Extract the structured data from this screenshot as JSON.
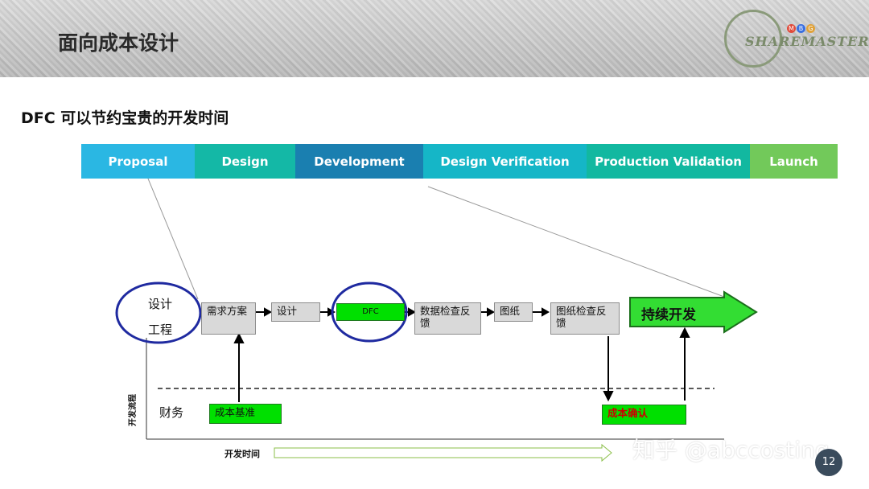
{
  "header": {
    "title": "面向成本设计",
    "logo": {
      "brand": "SHAREMASTER",
      "chips": [
        "M",
        "B",
        "G"
      ],
      "suffix": "·"
    }
  },
  "subtitle": "DFC 可以节约宝贵的开发时间",
  "phases": [
    {
      "label": "Proposal",
      "color": "#2ab7e3"
    },
    {
      "label": "Design",
      "color": "#14b8a6"
    },
    {
      "label": "Development",
      "color": "#1a7fb0"
    },
    {
      "label": "Design Verification",
      "color": "#15b6c7"
    },
    {
      "label": "Production Validation",
      "color": "#12b8a0"
    },
    {
      "label": "Launch",
      "color": "#72c95a"
    }
  ],
  "diagram": {
    "circle_label_line1": "设计",
    "circle_label_line2": "工程",
    "steps": [
      "需求方案",
      "设计",
      "DFC",
      "数据检查反馈",
      "图纸",
      "图纸检查反馈"
    ],
    "big_arrow_label": "持续开发",
    "finance_label": "财务",
    "finance_boxes": [
      "成本基准",
      "成本确认"
    ],
    "y_axis_label": "开发流程",
    "x_axis_label": "开发时间"
  },
  "watermark": "知乎 @abccosting",
  "page_number": "12",
  "colors": {
    "circle": "#1f2aa0",
    "green": "#00e000",
    "arrow_green": "#33dd33"
  }
}
